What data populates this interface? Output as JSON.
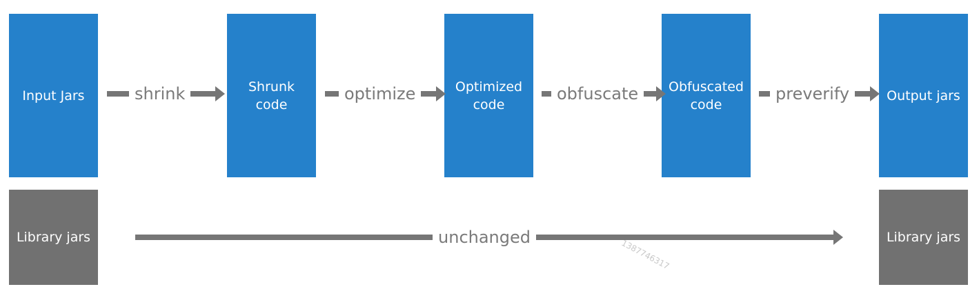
{
  "colors": {
    "stage_box": "#2581cb",
    "library_box": "#717171",
    "arrow": "#767676",
    "label": "#7a7a7a"
  },
  "stages": [
    {
      "label": "Input Jars"
    },
    {
      "label": "Shrunk code"
    },
    {
      "label": "Optimized\ncode"
    },
    {
      "label": "Obfuscated\ncode"
    },
    {
      "label": "Output jars"
    }
  ],
  "transitions": [
    "shrink",
    "optimize",
    "obfuscate",
    "preverify"
  ],
  "library": {
    "input_label": "Library jars",
    "output_label": "Library jars",
    "transition": "unchanged"
  },
  "watermark": "1387746317"
}
